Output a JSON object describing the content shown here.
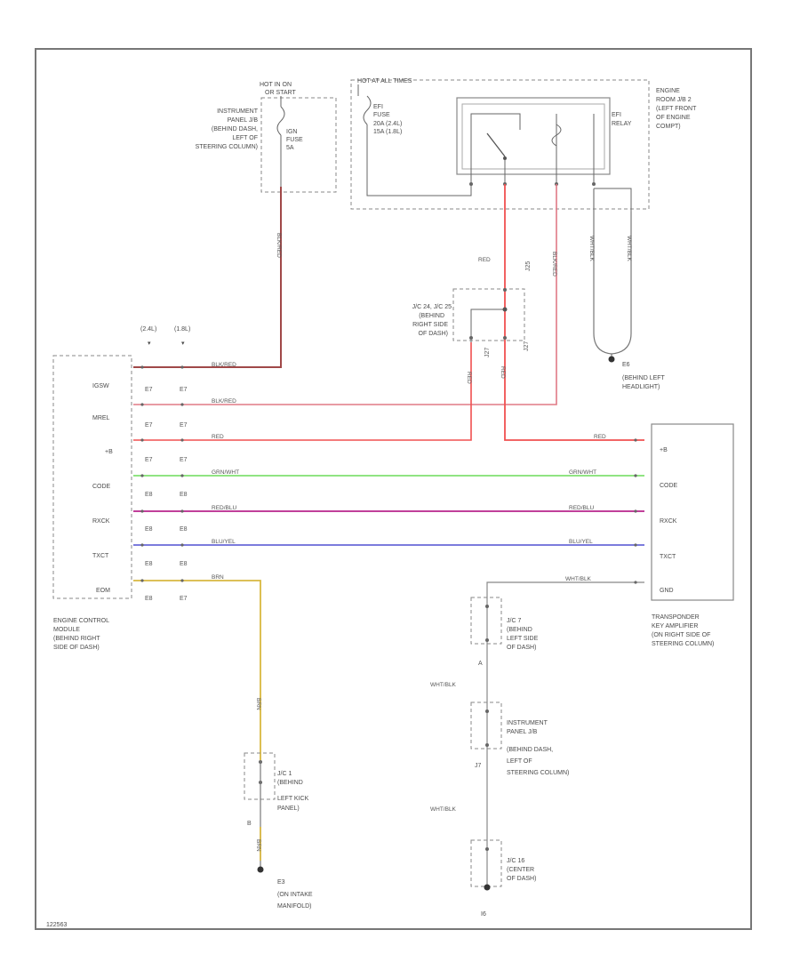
{
  "diagram": {
    "corner_id": "122563",
    "top_fuse": {
      "hot_label": [
        "HOT IN ON",
        "OR START"
      ],
      "name": [
        "IGN",
        "FUSE",
        "5A"
      ],
      "location": [
        "INSTRUMENT",
        "PANEL J/B",
        "(BEHIND DASH,",
        "LEFT OF",
        "STEERING COLUMN)"
      ],
      "wire": "BLK/RED"
    },
    "efi": {
      "hot_label": "HOT AT ALL TIMES",
      "fuse": [
        "EFI",
        "FUSE",
        "20A  (2.4L)",
        "15A  (1.8L)"
      ],
      "relay": [
        "EFI",
        "RELAY"
      ],
      "location": [
        "ENGINE",
        "ROOM J/B 2",
        "(LEFT FRONT",
        "OF ENGINE",
        "COMPT)"
      ]
    },
    "jc": {
      "label": [
        "J/C 24, J/C 25",
        "(BEHIND",
        "RIGHT SIDE",
        "OF DASH)"
      ],
      "pins": [
        "J25",
        "J27",
        "J27"
      ]
    },
    "ground_e6": {
      "code": "E6",
      "location": [
        "(BEHIND LEFT",
        "HEADLIGHT)"
      ],
      "wires": [
        "WHT/BLK",
        "WHT/BLK"
      ]
    },
    "ecm": {
      "connectors": [
        "(2.4L)",
        "(1.8L)"
      ],
      "terminals": [
        "IGSW",
        "MREL",
        "+B",
        "CODE",
        "RXCK",
        "TXCT",
        "EOM"
      ],
      "pin_codes": [
        [
          "E7",
          "E7"
        ],
        [
          "E7",
          "E7"
        ],
        [
          "E7",
          "E7"
        ],
        [
          "E8",
          "E8"
        ],
        [
          "E8",
          "E8"
        ],
        [
          "E8",
          "E8"
        ],
        [
          "E8",
          "E7"
        ]
      ],
      "wires": [
        "BLK/RED",
        "BLK/RED",
        "RED",
        "GRN/WHT",
        "RED/BLU",
        "BLU/YEL",
        "BRN"
      ],
      "location": [
        "ENGINE CONTROL",
        "MODULE",
        "(BEHIND RIGHT",
        "SIDE OF DASH)"
      ]
    },
    "amplifier": {
      "terminals": [
        "+B",
        "CODE",
        "RXCK",
        "TXCT",
        "GND"
      ],
      "wires": [
        "RED",
        "GRN/WHT",
        "RED/BLU",
        "BLU/YEL",
        "WHT/BLK"
      ],
      "location": [
        "TRANSPONDER",
        "KEY AMPLIFIER",
        "(ON RIGHT SIDE OF",
        "STEERING COLUMN)"
      ]
    },
    "wire_red": "RED",
    "wire_blkred": "BLK/RED",
    "brn_path": {
      "wire": "BRN",
      "jc1": [
        "J/C 1",
        "(BEHIND",
        "LEFT KICK",
        "PANEL)"
      ],
      "pin": "B",
      "ground": "E3",
      "ground_location": [
        "(ON INTAKE",
        "MANIFOLD)"
      ]
    },
    "gnd_path": {
      "jc7": [
        "J/C 7",
        "(BEHIND",
        "LEFT SIDE",
        "OF DASH)"
      ],
      "pin_a": "A",
      "wire_1": "WHT/BLK",
      "jb": [
        "INSTRUMENT",
        "PANEL J/B",
        "(BEHIND DASH,",
        "LEFT OF",
        "STEERING COLUMN)"
      ],
      "pin_j7": "J7",
      "wire_2": "WHT/BLK",
      "jc16": [
        "J/C 16",
        "(CENTER",
        "OF DASH)"
      ],
      "ground": "I6"
    }
  }
}
